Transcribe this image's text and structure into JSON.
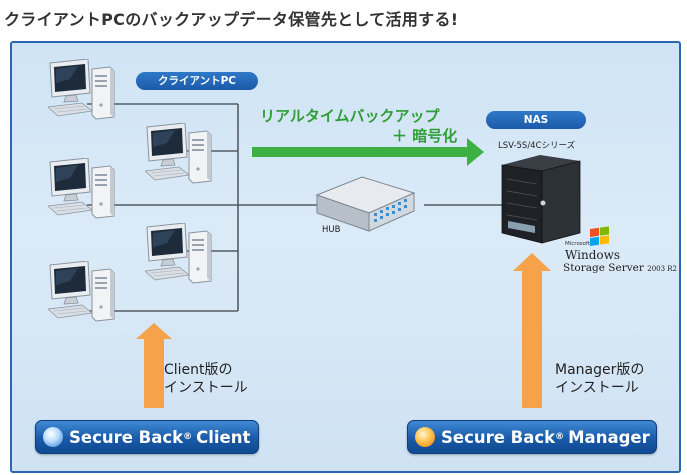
{
  "title": "クライアントPCのバックアップデータ保管先として活用する!",
  "client_label": "クライアントPC",
  "realtime": {
    "line1": "リアルタイムバックアップ",
    "line2": "＋ 暗号化"
  },
  "nas": {
    "label": "NAS",
    "model": "LSV-5S/4Cシリーズ"
  },
  "hub_label": "HUB",
  "windows_storage": {
    "brand": "Microsoft",
    "name": "Windows",
    "product": "Storage Server",
    "version": "2003 R2"
  },
  "client_install": {
    "line1": "Client版の",
    "line2": "インストール"
  },
  "manager_install": {
    "line1": "Manager版の",
    "line2": "インストール"
  },
  "client_product": {
    "name": "Secure Back",
    "reg": "®",
    "edition": "Client"
  },
  "manager_product": {
    "name": "Secure Back",
    "reg": "®",
    "edition": "Manager"
  },
  "colors": {
    "panel_border": "#2b67b0",
    "green_arrow": "#3cb043",
    "orange_arrow": "#f5a24a",
    "badge_blue": "#1a5aa8"
  },
  "icons": [
    "desktop-pc-icon",
    "network-hub-icon",
    "nas-server-icon",
    "windows-flag-icon",
    "secure-back-logo-icon"
  ]
}
